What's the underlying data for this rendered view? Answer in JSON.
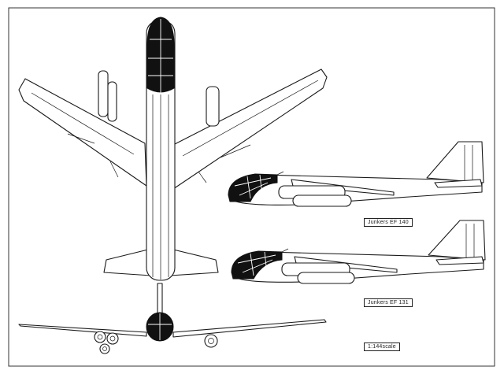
{
  "labels": {
    "ef140": "Junkers EF 140",
    "ef131": "Junkers EF 131",
    "scale": "1:144scale"
  }
}
